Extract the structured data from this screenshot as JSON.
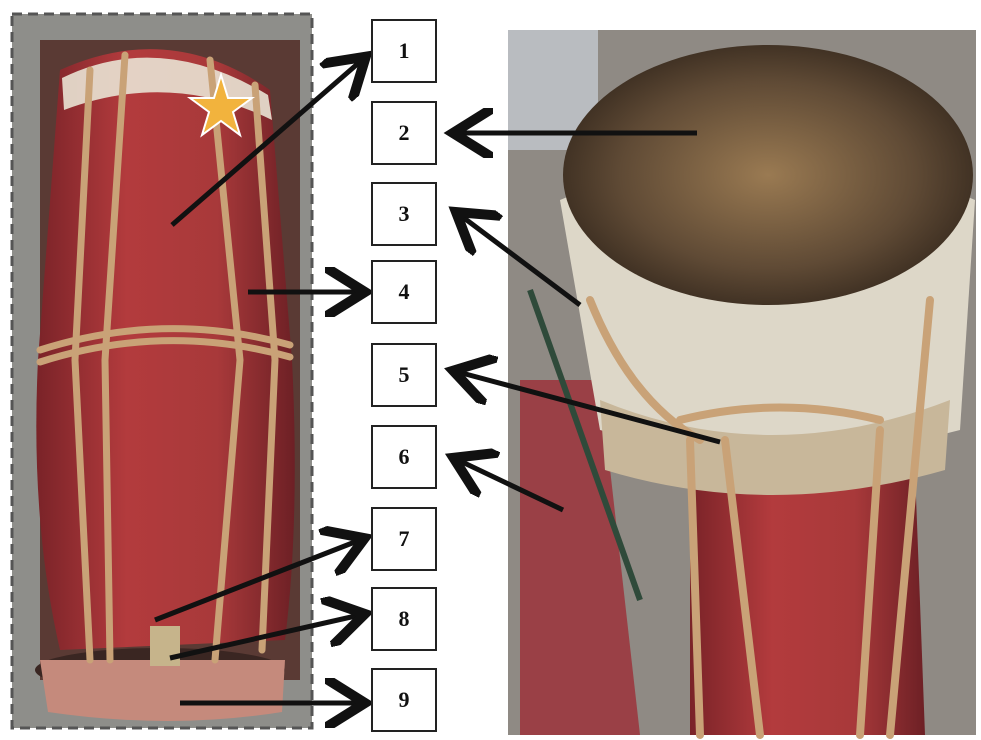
{
  "labels": [
    "1",
    "2",
    "3",
    "4",
    "5",
    "6",
    "7",
    "8",
    "9"
  ],
  "colors": {
    "drum_red": "#b0393a",
    "rattan": "#c9a277",
    "drum_head": "#5b4632",
    "arrow": "#111111",
    "star": "#f2b33d"
  },
  "icons": [
    "star-icon"
  ]
}
